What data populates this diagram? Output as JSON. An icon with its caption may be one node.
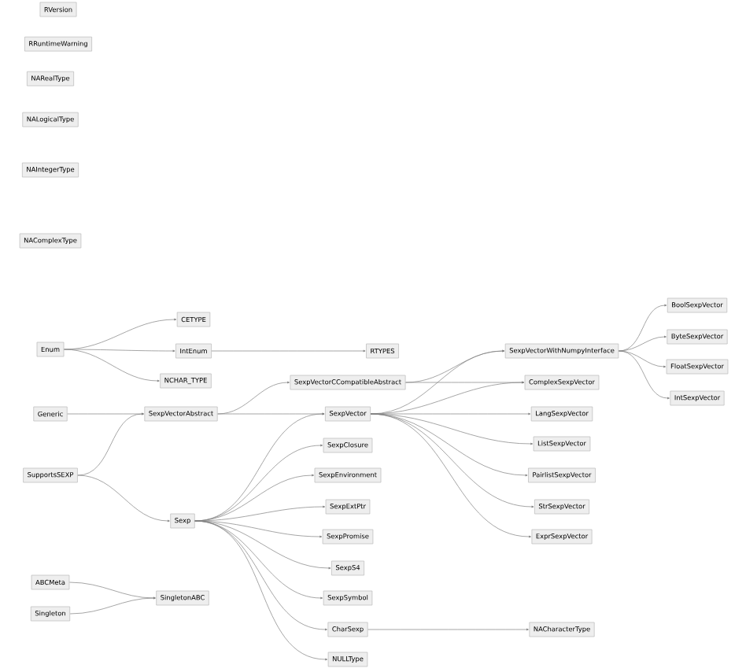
{
  "diagram": {
    "nodes": [
      {
        "text": [
          "RVersion"
        ]
      },
      {
        "text": [
          "RRuntimeWarning"
        ]
      },
      {
        "text": [
          "NARealType"
        ]
      },
      {
        "text": [
          "NALogicalType"
        ]
      },
      {
        "text": [
          "NAIntegerType"
        ]
      },
      {
        "text": [
          "NAComplexType"
        ]
      },
      {
        "text": [
          "Enum"
        ]
      },
      {
        "text": [
          "CETYPE"
        ]
      },
      {
        "text": [
          "IntEnum"
        ]
      },
      {
        "text": [
          "NCHAR_TYPE"
        ]
      },
      {
        "text": [
          "RTYPES"
        ]
      },
      {
        "text": [
          "Generic"
        ]
      },
      {
        "text": [
          "SexpVectorAbstract"
        ]
      },
      {
        "text": [
          "SexpVectorCCompatibleAbstract"
        ]
      },
      {
        "text": [
          "SupportsSEXP"
        ]
      },
      {
        "text": [
          "Sexp"
        ]
      },
      {
        "text": [
          "SexpVector"
        ]
      },
      {
        "text": [
          "SexpClosure"
        ]
      },
      {
        "text": [
          "SexpEnvironment"
        ]
      },
      {
        "text": [
          "SexpExtPtr"
        ]
      },
      {
        "text": [
          "SexpPromise"
        ]
      },
      {
        "text": [
          "SexpS4"
        ]
      },
      {
        "text": [
          "SexpSymbol"
        ]
      },
      {
        "text": [
          "CharSexp"
        ]
      },
      {
        "text": [
          "NULLType"
        ]
      },
      {
        "text": [
          "SexpVectorWithNumpyInterface"
        ]
      },
      {
        "text": [
          "ComplexSexpVector"
        ]
      },
      {
        "text": [
          "LangSexpVector"
        ]
      },
      {
        "text": [
          "ListSexpVector"
        ]
      },
      {
        "text": [
          "PairlistSexpVector"
        ]
      },
      {
        "text": [
          "StrSexpVector"
        ]
      },
      {
        "text": [
          "ExprSexpVector"
        ]
      },
      {
        "text": [
          "NACharacterType"
        ]
      },
      {
        "text": [
          "BoolSexpVector"
        ]
      },
      {
        "text": [
          "ByteSexpVector"
        ]
      },
      {
        "text": [
          "FloatSexpVector"
        ]
      },
      {
        "text": [
          "IntSexpVector"
        ]
      },
      {
        "text": [
          "ABCMeta"
        ]
      },
      {
        "text": [
          "Singleton"
        ]
      },
      {
        "text": [
          "SingletonABC"
        ]
      }
    ],
    "edges": [
      {
        "from": 6,
        "to": 7,
        "arrow": "to"
      },
      {
        "from": 6,
        "to": 8,
        "arrow": "to"
      },
      {
        "from": 6,
        "to": 9,
        "arrow": "to"
      },
      {
        "from": 8,
        "to": 10,
        "arrow": "to"
      },
      {
        "from": 11,
        "to": 12,
        "arrow": "to"
      },
      {
        "from": 14,
        "to": 12,
        "arrow": "to"
      },
      {
        "from": 14,
        "to": 15,
        "arrow": "to"
      },
      {
        "from": 12,
        "to": 13,
        "arrow": "to"
      },
      {
        "from": 12,
        "to": 16,
        "arrow": "to"
      },
      {
        "from": 15,
        "to": 16,
        "arrow": "to"
      },
      {
        "from": 15,
        "to": 17,
        "arrow": "to"
      },
      {
        "from": 15,
        "to": 18,
        "arrow": "to"
      },
      {
        "from": 15,
        "to": 19,
        "arrow": "to"
      },
      {
        "from": 15,
        "to": 20,
        "arrow": "to"
      },
      {
        "from": 15,
        "to": 21,
        "arrow": "to"
      },
      {
        "from": 15,
        "to": 22,
        "arrow": "to"
      },
      {
        "from": 15,
        "to": 23,
        "arrow": "to"
      },
      {
        "from": 15,
        "to": 24,
        "arrow": "to"
      },
      {
        "from": 13,
        "to": 25,
        "arrow": "to"
      },
      {
        "from": 13,
        "to": 26,
        "arrow": "to"
      },
      {
        "from": 16,
        "to": 25,
        "arrow": "to"
      },
      {
        "from": 16,
        "to": 26,
        "arrow": "to"
      },
      {
        "from": 16,
        "to": 27,
        "arrow": "to"
      },
      {
        "from": 16,
        "to": 28,
        "arrow": "to"
      },
      {
        "from": 16,
        "to": 29,
        "arrow": "to"
      },
      {
        "from": 16,
        "to": 30,
        "arrow": "to"
      },
      {
        "from": 16,
        "to": 31,
        "arrow": "to"
      },
      {
        "from": 25,
        "to": 33,
        "arrow": "to"
      },
      {
        "from": 25,
        "to": 34,
        "arrow": "to"
      },
      {
        "from": 25,
        "to": 35,
        "arrow": "to"
      },
      {
        "from": 25,
        "to": 36,
        "arrow": "to"
      },
      {
        "from": 37,
        "to": 39,
        "arrow": "to"
      },
      {
        "from": 38,
        "to": 39,
        "arrow": "to"
      },
      {
        "from": 23,
        "to": 32,
        "arrow": "to"
      }
    ]
  }
}
